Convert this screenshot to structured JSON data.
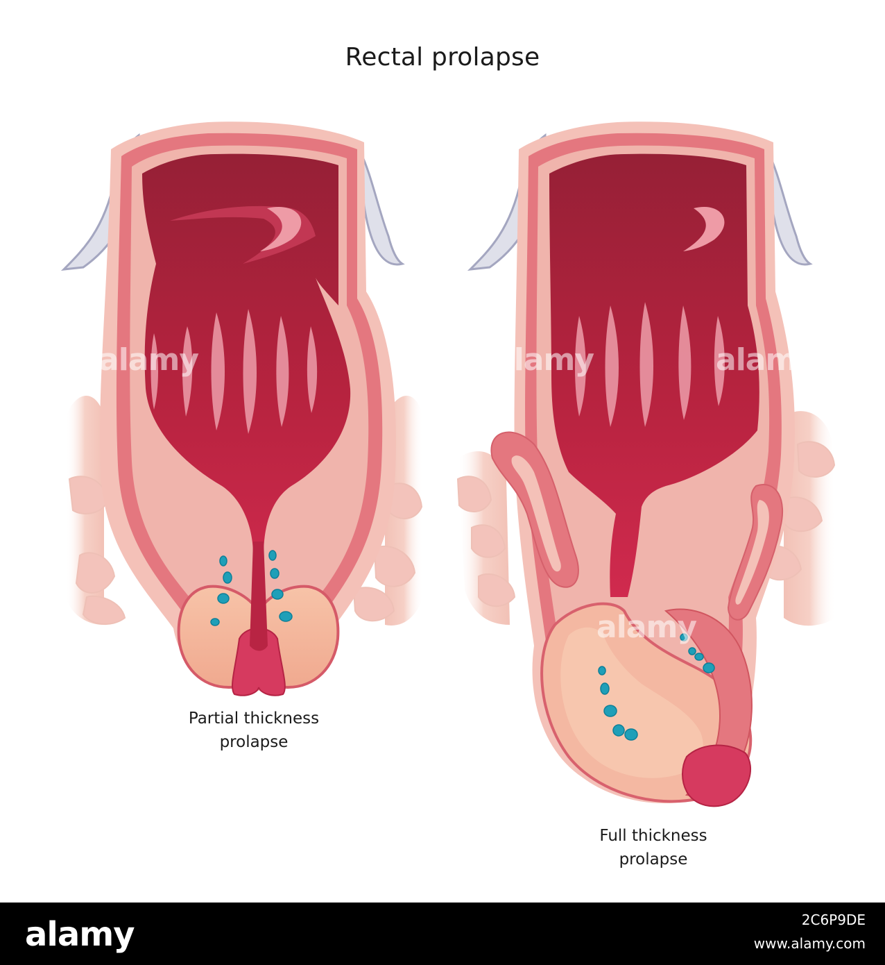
{
  "title": "Rectal prolapse",
  "diagrams": [
    {
      "id": "partial",
      "label_lines": [
        "Partial thickness",
        "prolapse"
      ]
    },
    {
      "id": "full",
      "label_lines": [
        "Full thickness",
        "prolapse"
      ]
    }
  ],
  "watermark_text": "alamy",
  "footer": {
    "brand": "alamy",
    "image_id": "2C6P9DE",
    "url": "www.alamy.com"
  },
  "colors": {
    "lumen_dark": "#9b2038",
    "lumen_red": "#c4274b",
    "wall": "#e88b8f",
    "outer_tissue": "#f4c1b8",
    "fat": "#f7ddd3",
    "vessels": "#1f9fb8",
    "sac": "#f2b49c",
    "peritoneum": "#9a9cb8"
  }
}
